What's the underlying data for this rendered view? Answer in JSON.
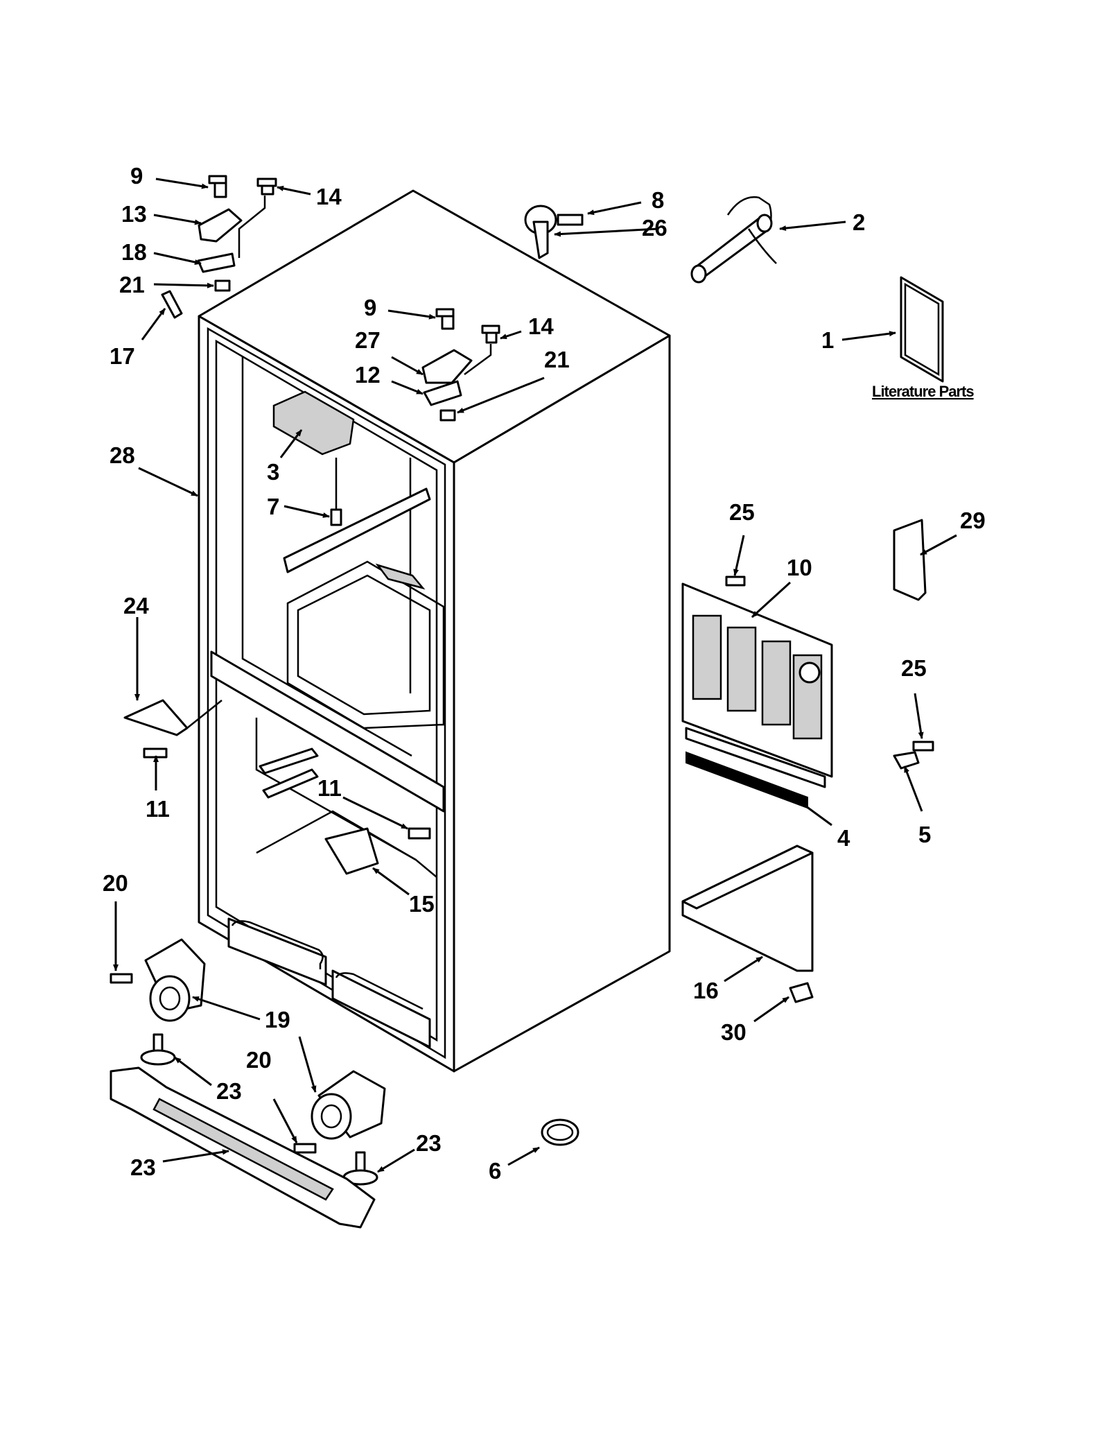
{
  "diagram": {
    "literature_caption": "Literature Parts",
    "callouts": {
      "c9a": "9",
      "c14a": "14",
      "c13": "13",
      "c18": "18",
      "c21a": "21",
      "c17": "17",
      "c8": "8",
      "c26": "26",
      "c2": "2",
      "c1": "1",
      "c9b": "9",
      "c14b": "14",
      "c27": "27",
      "c12": "12",
      "c21b": "21",
      "c28": "28",
      "c3": "3",
      "c7": "7",
      "c25a": "25",
      "c29": "29",
      "c10": "10",
      "c25b": "25",
      "c4": "4",
      "c5": "5",
      "c24": "24",
      "c11a": "11",
      "c11b": "11",
      "c15": "15",
      "c20a": "20",
      "c19": "19",
      "c23a": "23",
      "c20b": "20",
      "c23b": "23",
      "c23c": "23",
      "c16": "16",
      "c30": "30",
      "c6": "6"
    }
  }
}
